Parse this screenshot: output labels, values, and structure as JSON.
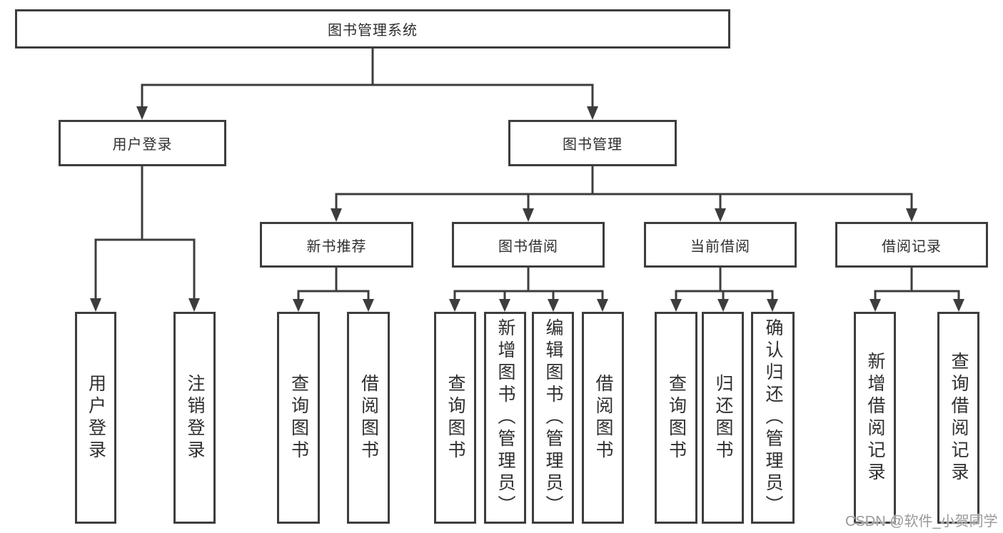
{
  "diagram": {
    "root": {
      "label": "图书管理系统",
      "children": [
        {
          "label": "用户登录",
          "children": [
            {
              "label": "用户登录"
            },
            {
              "label": "注销登录"
            }
          ]
        },
        {
          "label": "图书管理",
          "children": [
            {
              "label": "新书推荐",
              "children": [
                {
                  "label": "查询图书"
                },
                {
                  "label": "借阅图书"
                }
              ]
            },
            {
              "label": "图书借阅",
              "children": [
                {
                  "label": "查询图书"
                },
                {
                  "label": "新增图书（管理员）"
                },
                {
                  "label": "编辑图书（管理员）"
                },
                {
                  "label": "借阅图书"
                }
              ]
            },
            {
              "label": "当前借阅",
              "children": [
                {
                  "label": "查询图书"
                },
                {
                  "label": "归还图书"
                },
                {
                  "label": "确认归还（管理员）"
                }
              ]
            },
            {
              "label": "借阅记录",
              "children": [
                {
                  "label": "新增借阅记录"
                },
                {
                  "label": "查询借阅记录"
                }
              ]
            }
          ]
        }
      ]
    }
  },
  "colors": {
    "line": "#3d3d3d",
    "text": "#2f2f2f",
    "watermark": "#999999",
    "background": "#ffffff"
  },
  "watermark": {
    "text": "CSDN @软件_小贺同学"
  }
}
